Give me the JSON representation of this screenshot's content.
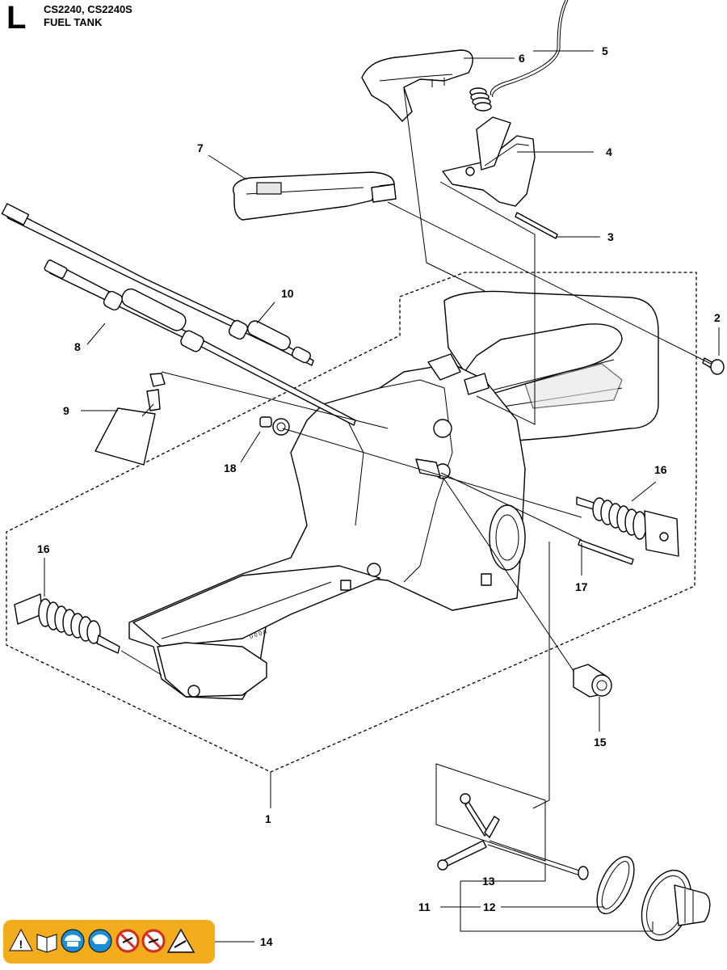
{
  "header": {
    "section_letter": "L",
    "model_line": "CS2240, CS2240S",
    "title": "FUEL TANK"
  },
  "callouts": [
    {
      "id": "c1",
      "label": "1"
    },
    {
      "id": "c2",
      "label": "2"
    },
    {
      "id": "c3",
      "label": "3"
    },
    {
      "id": "c4",
      "label": "4"
    },
    {
      "id": "c5",
      "label": "5"
    },
    {
      "id": "c6",
      "label": "6"
    },
    {
      "id": "c7",
      "label": "7"
    },
    {
      "id": "c8",
      "label": "8"
    },
    {
      "id": "c9",
      "label": "9"
    },
    {
      "id": "c10",
      "label": "10"
    },
    {
      "id": "c11",
      "label": "11"
    },
    {
      "id": "c12",
      "label": "12"
    },
    {
      "id": "c13",
      "label": "13"
    },
    {
      "id": "c14",
      "label": "14"
    },
    {
      "id": "c15",
      "label": "15"
    },
    {
      "id": "c16a",
      "label": "16"
    },
    {
      "id": "c16b",
      "label": "16"
    },
    {
      "id": "c17",
      "label": "17"
    },
    {
      "id": "c18",
      "label": "18"
    }
  ],
  "decal": {
    "color": "#f2ac1c",
    "icons": [
      "warning-triangle-icon",
      "manual-book-icon",
      "helmet-protection-icon",
      "ear-eye-protection-icon",
      "no-one-hand-icon",
      "no-kickback-icon",
      "kickback-warning-icon"
    ]
  }
}
